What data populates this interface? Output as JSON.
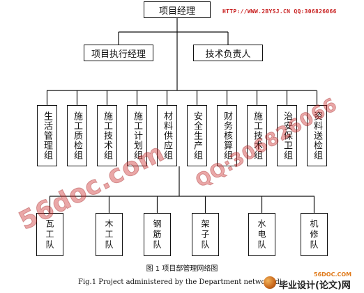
{
  "diagram": {
    "top": "项目经理",
    "second_level": [
      "项目执行经理",
      "技术负责人"
    ],
    "groups": [
      "生活管理组",
      "施工质检组",
      "施工技术组",
      "施工计划组",
      "材料供应组",
      "安全生产组",
      "财务核算组",
      "施工技术组",
      "治安保卫组",
      "资料送检组"
    ],
    "teams": [
      "瓦工队",
      "木工队",
      "钢筋队",
      "架子队",
      "水电队",
      "机修队"
    ]
  },
  "caption_cn": "图 1 项目部管理网络图",
  "caption_en": "Fig.1    Project administered by the Department network di",
  "watermarks": {
    "url_line": "HTTP://WWW.2BYSJ.CN QQ:306826066",
    "big_left": "56doc.com",
    "big_right": "QQ:306826066",
    "logo_domain": "56DOC.COM",
    "logo_name": "毕业设计(论文)网"
  },
  "colors": {
    "watermark": "#c81f1f",
    "line": "#111111"
  }
}
